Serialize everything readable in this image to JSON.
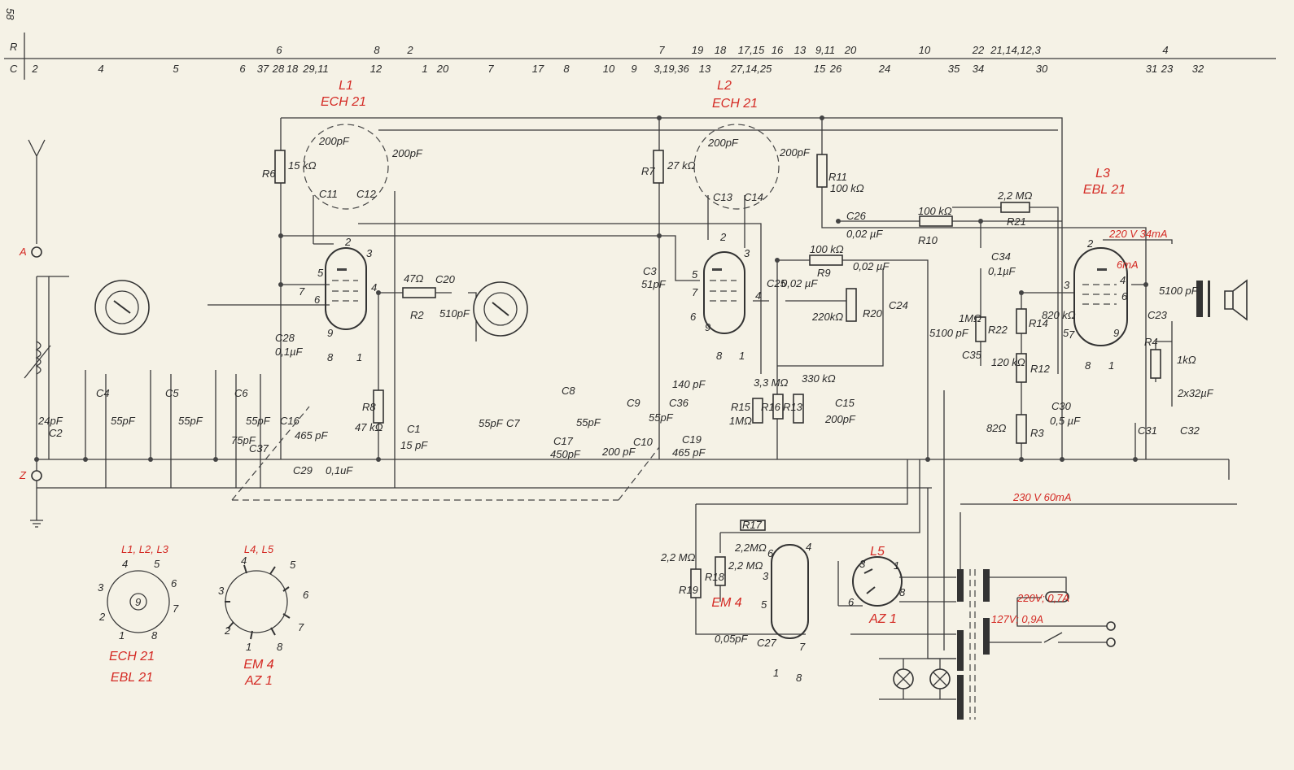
{
  "page_number": "58",
  "ruler": {
    "r_label": "R",
    "c_label": "C",
    "r": [
      "6",
      "8",
      "2",
      "7",
      "19",
      "18",
      "17,15",
      "16",
      "13",
      "9,11",
      "20",
      "10",
      "22",
      "21,14,12,3",
      "4"
    ],
    "c": [
      "2",
      "4",
      "5",
      "6",
      "37",
      "28",
      "18",
      "29,11",
      "12",
      "1",
      "20",
      "7",
      "17",
      "8",
      "10",
      "9",
      "3,19,36",
      "13",
      "27,14,25",
      "15",
      "26",
      "24",
      "35",
      "34",
      "30",
      "31",
      "23",
      "32"
    ]
  },
  "tubes": {
    "l1": {
      "name": "L1",
      "type": "ECH 21"
    },
    "l2": {
      "name": "L2",
      "type": "ECH 21"
    },
    "l3": {
      "name": "L3",
      "type": "EBL 21"
    },
    "em4": {
      "type": "EM 4"
    },
    "l5": {
      "name": "L5",
      "type": "AZ 1"
    }
  },
  "terminals": {
    "antenna": "A",
    "ground": "Z"
  },
  "supply": {
    "l3_anode": "220 V  34mA",
    "l3_screen": "6mA",
    "hv": "230 V  60mA",
    "mains_220": "220V; 0,7A",
    "mains_127": "127V; 0,9A"
  },
  "pin_diagrams": {
    "d1_title": "L1, L2, L3",
    "d1_types": [
      "ECH 21",
      "EBL 21"
    ],
    "d1_pins": [
      "1",
      "2",
      "3",
      "4",
      "5",
      "6",
      "7",
      "8",
      "9"
    ],
    "d2_title": "L4, L5",
    "d2_types": [
      "EM 4",
      "AZ 1"
    ],
    "d2_pins": [
      "1",
      "2",
      "3",
      "4",
      "5",
      "6",
      "7",
      "8"
    ]
  },
  "pins": {
    "l1": [
      "2",
      "3",
      "5",
      "7",
      "6",
      "4",
      "9",
      "8",
      "1"
    ],
    "l2": [
      "2",
      "3",
      "5",
      "7",
      "6",
      "4",
      "9",
      "8",
      "1"
    ],
    "l3": [
      "2",
      "3",
      "4",
      "6",
      "5",
      "7",
      "9",
      "8",
      "1"
    ],
    "em4": [
      "6",
      "4",
      "3",
      "5",
      "7",
      "1",
      "8"
    ],
    "az1": [
      "3",
      "1",
      "6",
      "8"
    ]
  },
  "components": {
    "r6": "R6",
    "r6_val": "15 kΩ",
    "c11": "C11",
    "c11_val": "200pF",
    "c12": "C12",
    "c12_val": "200pF",
    "r2": "R2",
    "r2_val": "47Ω",
    "c20": "C20",
    "c20_val": "510pF",
    "c28": "C28",
    "c28_val": "0,1µF",
    "r8": "R8",
    "r8_val": "47 kΩ",
    "c16": "C16",
    "c16_val": "465 pF",
    "c29": "C29",
    "c29_val": "0,1uF",
    "c2": "C2",
    "c2_val": "24pF",
    "c4": "C4",
    "c4_val": "55pF",
    "c5": "C5",
    "c5_val": "55pF",
    "c6": "C6",
    "c6_val": "55pF",
    "c37": "C37",
    "c37_val": "75pF",
    "c1": "C1",
    "c1_val": "15 pF",
    "c7": "C7",
    "c7_val": "55pF",
    "c8": "C8",
    "c8_val": "55pF",
    "c17": "C17",
    "c17_val": "450pF",
    "c9": "C9",
    "c9_val": "55pF",
    "c10": "C10",
    "c10_val": "200 pF",
    "c36": "C36",
    "c36_val": "140 pF",
    "c19": "C19",
    "c19_val": "465 pF",
    "r7": "R7",
    "r7_val": "27 kΩ",
    "c3": "C3",
    "c3_val": "51pF",
    "c13": "C13",
    "c13_val": "200pF",
    "c14": "C14",
    "c14_val": "200pF",
    "r11": "R11",
    "r11_val": "100 kΩ",
    "c26": "C26",
    "c26_val": "0,02 µF",
    "r10": "R10",
    "r10_val": "100 kΩ",
    "r21": "R21",
    "r21_val": "2,2 MΩ",
    "r9": "R9",
    "r9_val": "100 kΩ",
    "c25": "C25",
    "c25_val": "0,02 µF",
    "r20": "R20",
    "r20_val": "220kΩ",
    "c24": "C24",
    "c24_val": "0,02 µF",
    "r15": "R15",
    "r15_val": "1MΩ",
    "r16": "R16",
    "r16_val": "3,3 MΩ",
    "r13": "R13",
    "r13_val": "330 kΩ",
    "c15": "C15",
    "c15_val": "200pF",
    "c34": "C34",
    "c34_val": "0,1µF",
    "r22": "R22",
    "r22_val": "1MΩ",
    "c35": "C35",
    "c35_val": "5100 pF",
    "r14": "R14",
    "r14_val": "820 kΩ",
    "r12": "R12",
    "r12_val": "120 kΩ",
    "r3": "R3",
    "r3_val": "82Ω",
    "c30": "C30",
    "c30_val": "0,5 µF",
    "c23": "C23",
    "c23_val": "5100 pF",
    "r4": "R4",
    "r4_val": "1kΩ",
    "c31": "C31",
    "c32": "C32",
    "c31_32_val": "2x32µF",
    "r17": "R17",
    "r17_val": "2,2MΩ",
    "r18": "R18",
    "r18_val": "2,2 MΩ",
    "r19": "R19",
    "r19_val": "2,2 MΩ",
    "c27": "C27",
    "c27_val": "0,05pF"
  }
}
